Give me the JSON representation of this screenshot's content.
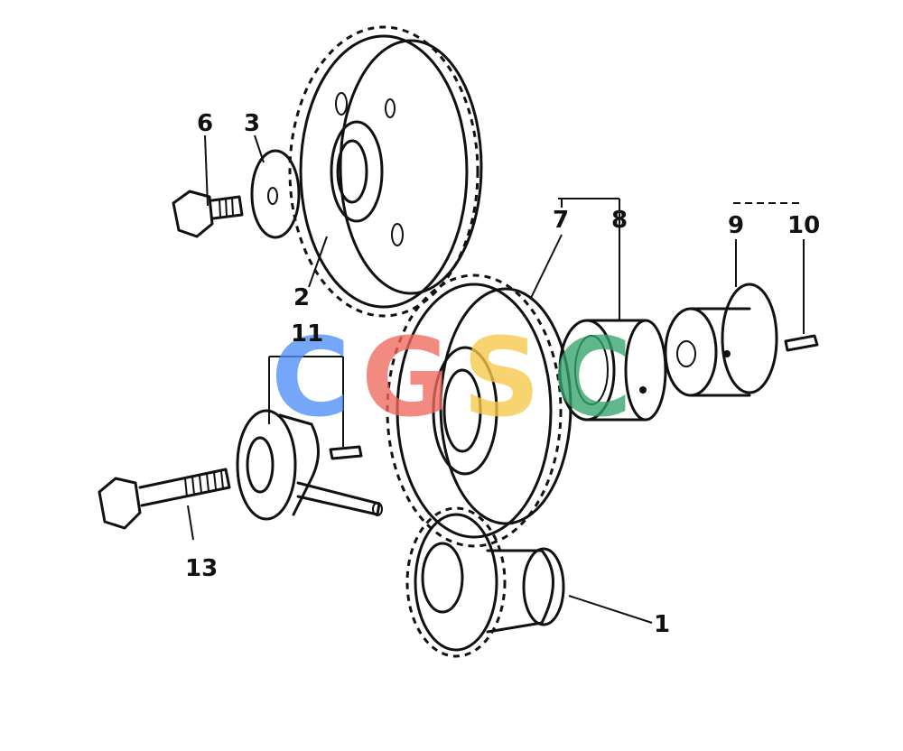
{
  "callouts": [
    {
      "id": "c1",
      "label": "1"
    },
    {
      "id": "c2",
      "label": "2"
    },
    {
      "id": "c3",
      "label": "3"
    },
    {
      "id": "c6",
      "label": "6"
    },
    {
      "id": "c7",
      "label": "7"
    },
    {
      "id": "c8",
      "label": "8"
    },
    {
      "id": "c9",
      "label": "9"
    },
    {
      "id": "c10",
      "label": "10"
    },
    {
      "id": "c11",
      "label": "11"
    },
    {
      "id": "c13",
      "label": "13"
    }
  ],
  "watermark": {
    "letters": [
      "C",
      "G",
      "S",
      "C"
    ],
    "colors": [
      "#4f8ff7",
      "#ef6a5e",
      "#f7c948",
      "#34a36b"
    ]
  },
  "colors": {
    "ink": "#111111",
    "background": "#ffffff"
  }
}
